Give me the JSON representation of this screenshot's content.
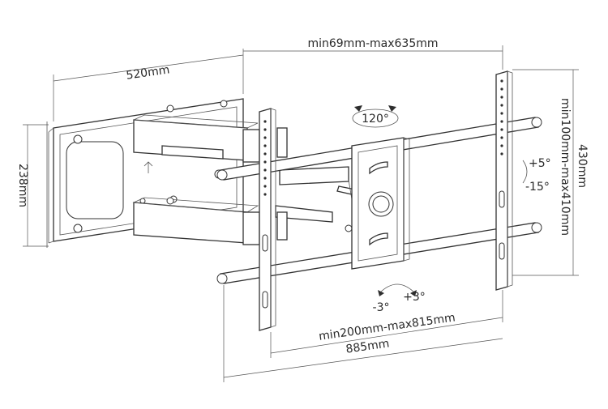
{
  "labels": {
    "width_bracket": "520mm",
    "height_bracket": "238mm",
    "arm_extension": "min69mm-max635mm",
    "swivel": "120°",
    "tilt_up": "+5°",
    "tilt_down": "-15°",
    "vesa_vertical": "min100mm-max410mm",
    "plate_height": "430mm",
    "rotate_left": "-3°",
    "rotate_right": "+3°",
    "vesa_horizontal": "min200mm-max815mm",
    "total_width": "885mm"
  },
  "colors": {
    "line": "#3a3a3a",
    "text": "#2a2a2a",
    "background": "#ffffff"
  }
}
